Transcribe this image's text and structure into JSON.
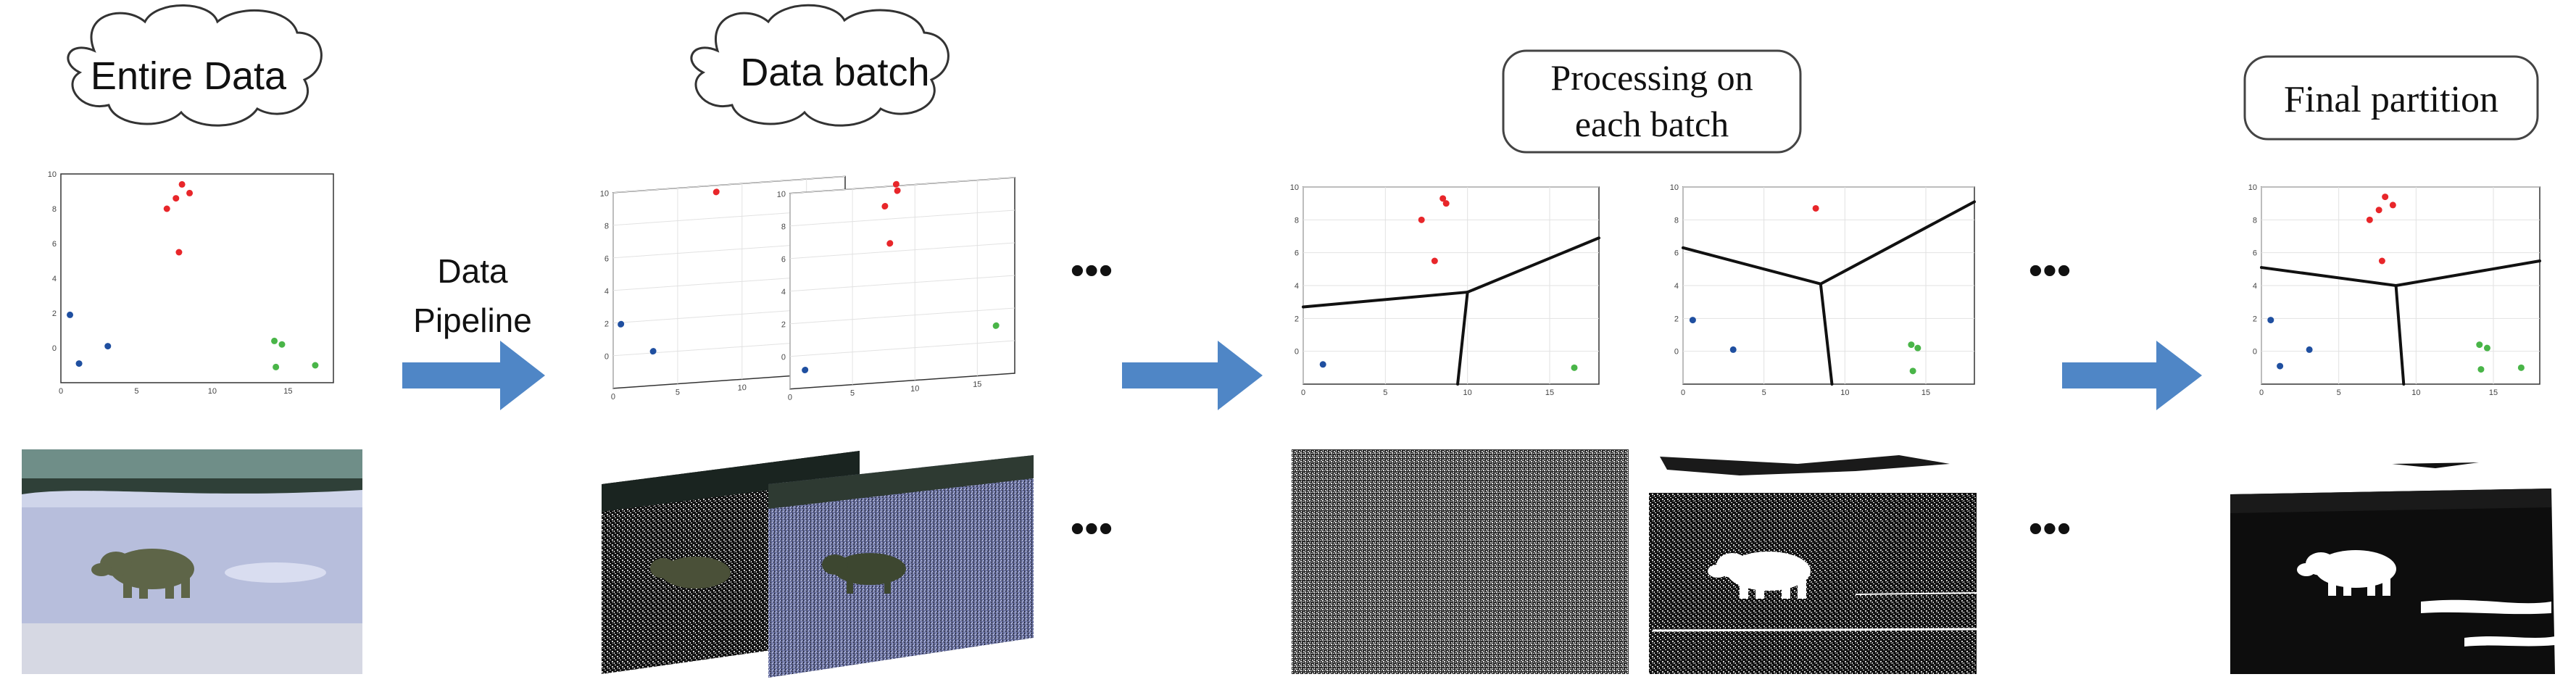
{
  "labels": {
    "entire_data": "Entire Data",
    "data_batch": "Data batch",
    "processing_line1": "Processing on",
    "processing_line2": "each batch",
    "final_partition": "Final partition",
    "pipeline_line1": "Data",
    "pipeline_line2": "Pipeline",
    "ellipsis": "•••"
  },
  "colors": {
    "red": "#e8262a",
    "blue": "#1f4fa0",
    "green": "#49b548",
    "arrow": "#4f86c6",
    "snow": "#b7bedc",
    "sky": "#6f8e88",
    "bear": "#5e6548"
  },
  "scatter": {
    "x_ticks": [
      0,
      5,
      10,
      15
    ],
    "y_ticks": [
      0,
      2,
      4,
      6,
      8,
      10
    ],
    "xlim": [
      0,
      18
    ],
    "ylim": [
      -2,
      10
    ],
    "series": [
      {
        "color": "red",
        "points": [
          [
            7.0,
            8.0
          ],
          [
            7.6,
            8.6
          ],
          [
            8.0,
            9.4
          ],
          [
            8.5,
            8.9
          ],
          [
            7.8,
            5.5
          ]
        ]
      },
      {
        "color": "blue",
        "points": [
          [
            0.6,
            1.9
          ],
          [
            1.2,
            -0.9
          ],
          [
            3.1,
            0.1
          ]
        ]
      },
      {
        "color": "green",
        "points": [
          [
            14.1,
            0.4
          ],
          [
            14.6,
            0.2
          ],
          [
            14.2,
            -1.1
          ],
          [
            16.8,
            -1.0
          ]
        ]
      }
    ]
  }
}
